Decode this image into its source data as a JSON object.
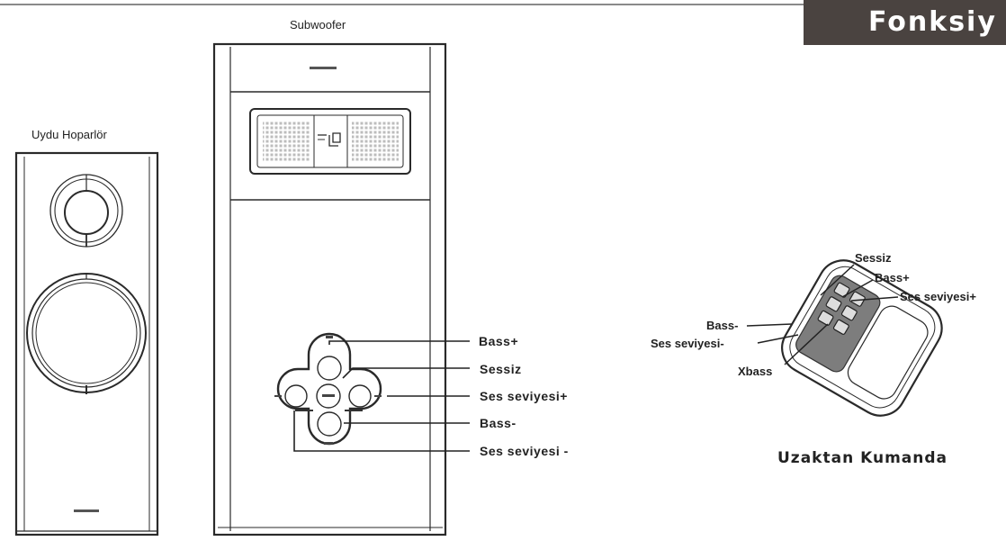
{
  "header": {
    "title": "Fonksiy",
    "bg_color": "#4a4340",
    "text_color": "#ffffff"
  },
  "satellite": {
    "title": "Uydu Hoparlör"
  },
  "subwoofer": {
    "title": "Subwoofer",
    "labels": {
      "bass_plus": "Bass+",
      "mute": "Sessiz",
      "volume_up": "Ses seviyesi+",
      "bass_minus": "Bass-",
      "volume_down": "Ses seviyesi -"
    }
  },
  "remote": {
    "caption": "Uzaktan Kumanda",
    "labels": {
      "mute": "Sessiz",
      "bass_plus": "Bass+",
      "volume_up": "Ses seviyesi+",
      "bass_minus": "Bass-",
      "volume_down": "Ses seviyesi-",
      "xbass": "Xbass"
    }
  }
}
